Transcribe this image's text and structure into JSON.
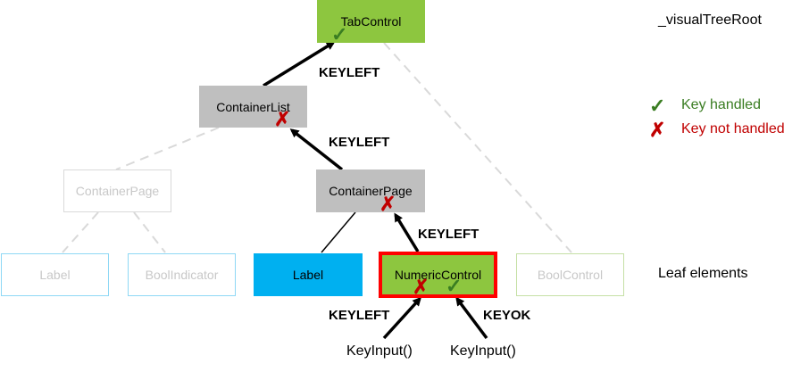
{
  "header": {
    "root_label": "_visualTreeRoot"
  },
  "legend": {
    "handled": {
      "label": "Key handled",
      "color": "#3a7d22"
    },
    "not_handled": {
      "label": "Key not handled",
      "color": "#c00000"
    }
  },
  "side": {
    "leaf_label": "Leaf elements"
  },
  "nodes": {
    "tab_control": "TabControl",
    "container_list": "ContainerList",
    "container_page_faded": "ContainerPage",
    "container_page": "ContainerPage",
    "label_faded": "Label",
    "bool_indicator": "BoolIndicator",
    "label_active": "Label",
    "numeric_control": "NumericControl",
    "bool_control": "BoolControl"
  },
  "arrows": {
    "tab_list": "KEYLEFT",
    "list_page": "KEYLEFT",
    "page_numeric": "KEYLEFT",
    "input_left": "KEYLEFT",
    "input_ok": "KEYOK"
  },
  "inputs": {
    "left": "KeyInput()",
    "right": "KeyInput()"
  },
  "colors": {
    "green": "#8dc63f",
    "gray": "#bfbfbf",
    "blue": "#00b0f0",
    "red_border": "#ff0000",
    "faded_text": "#c8c8c8",
    "dashed_line": "#d9d9d9"
  }
}
